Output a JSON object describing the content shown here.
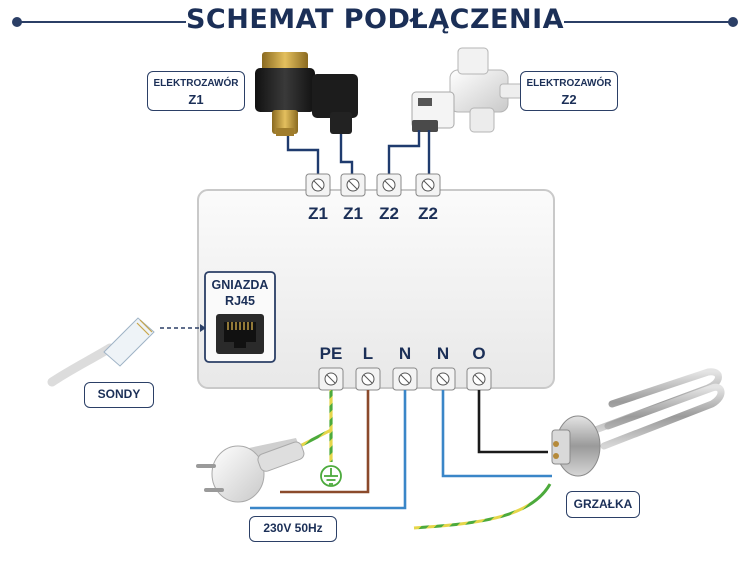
{
  "title": "SCHEMAT PODŁĄCZENIA",
  "labels": {
    "z1_box": {
      "line1": "ELEKTROZAWÓR",
      "line2": "Z1"
    },
    "z2_box": {
      "line1": "ELEKTROZAWÓR",
      "line2": "Z2"
    },
    "rj45_line1": "GNIAZDA",
    "rj45_line2": "RJ45",
    "sondy": "SONDY",
    "power": "230V 50Hz",
    "heater": "GRZAŁKA"
  },
  "top_terminals": [
    "Z1",
    "Z1",
    "Z2",
    "Z2"
  ],
  "bottom_terminals": [
    "PE",
    "L",
    "N",
    "N",
    "O"
  ],
  "colors": {
    "title": "#1b2f57",
    "accent": "#2b3f66",
    "wire_dark_blue": "#1f3b6e",
    "wire_brown": "#8b4a2b",
    "wire_blue": "#3a86c8",
    "wire_black": "#1a1a1a",
    "wire_pe_green": "#4caa3c",
    "wire_pe_yellow": "#e6d64a"
  }
}
